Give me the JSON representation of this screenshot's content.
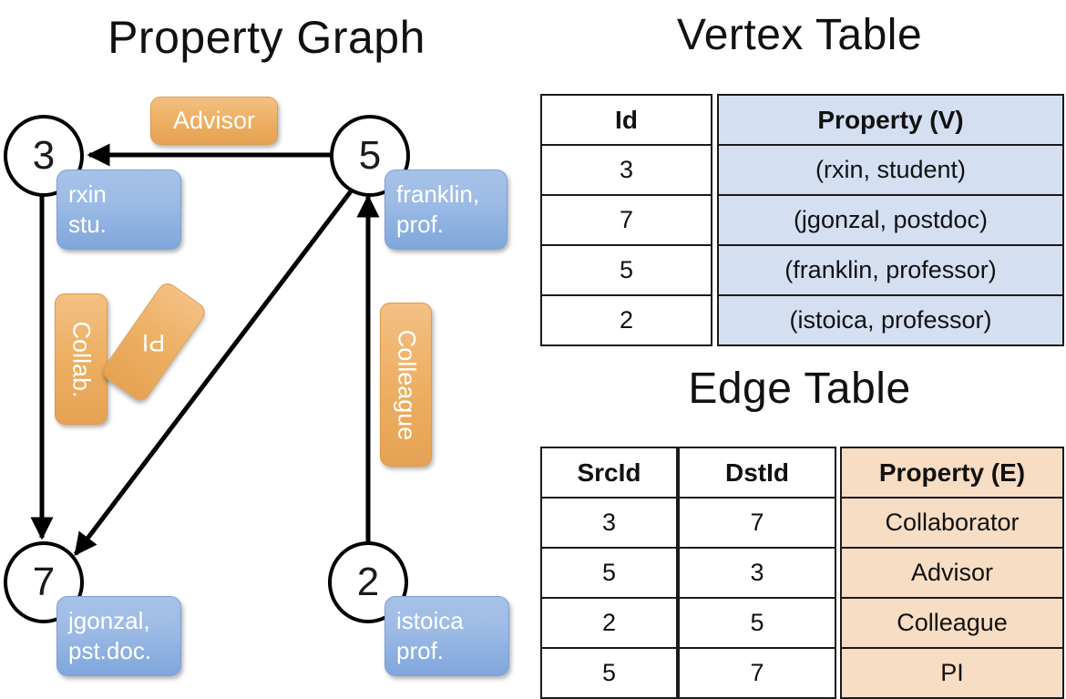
{
  "titles": {
    "property_graph": "Property Graph",
    "vertex_table": "Vertex Table",
    "edge_table": "Edge Table"
  },
  "colors": {
    "node_stroke": "#000000",
    "vertex_property_fill": "#d4dff2",
    "edge_property_fill": "#f6ddc3",
    "vertex_box": "#8fb2e3",
    "edge_label_box": "#eeae62",
    "edge_line": "#000000"
  },
  "graph": {
    "nodes": [
      {
        "id": "3",
        "label": "3",
        "property_lines": [
          "rxin",
          "stu."
        ]
      },
      {
        "id": "5",
        "label": "5",
        "property_lines": [
          "franklin,",
          "prof."
        ]
      },
      {
        "id": "7",
        "label": "7",
        "property_lines": [
          "jgonzal,",
          "pst.doc."
        ]
      },
      {
        "id": "2",
        "label": "2",
        "property_lines": [
          "istoica",
          "prof."
        ]
      }
    ],
    "edges": [
      {
        "src": "5",
        "dst": "3",
        "label": "Advisor"
      },
      {
        "src": "3",
        "dst": "7",
        "label": "Collab."
      },
      {
        "src": "5",
        "dst": "7",
        "label": "PI"
      },
      {
        "src": "2",
        "dst": "5",
        "label": "Colleague"
      }
    ]
  },
  "vertex_table": {
    "headers": [
      "Id",
      "Property (V)"
    ],
    "rows": [
      {
        "id": "3",
        "property": "(rxin, student)"
      },
      {
        "id": "7",
        "property": "(jgonzal, postdoc)"
      },
      {
        "id": "5",
        "property": "(franklin, professor)"
      },
      {
        "id": "2",
        "property": "(istoica, professor)"
      }
    ]
  },
  "edge_table": {
    "headers": [
      "SrcId",
      "DstId",
      "Property (E)"
    ],
    "rows": [
      {
        "src": "3",
        "dst": "7",
        "property": "Collaborator"
      },
      {
        "src": "5",
        "dst": "3",
        "property": "Advisor"
      },
      {
        "src": "2",
        "dst": "5",
        "property": "Colleague"
      },
      {
        "src": "5",
        "dst": "7",
        "property": "PI"
      }
    ]
  }
}
